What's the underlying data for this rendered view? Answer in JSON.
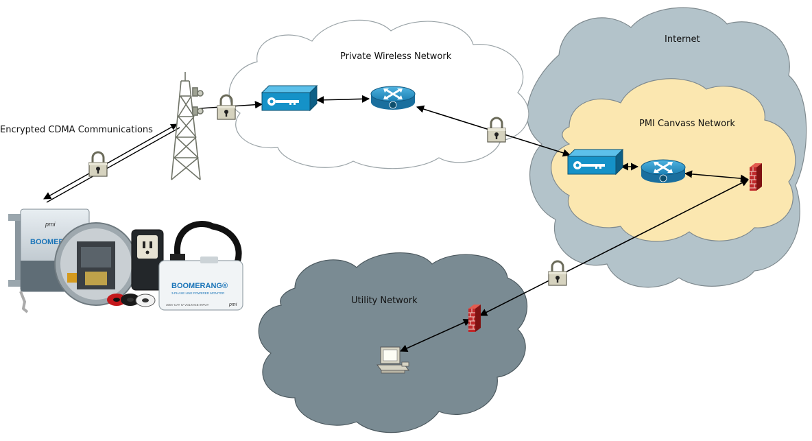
{
  "labels": {
    "internet": "Internet",
    "private_wireless": "Private Wireless Network",
    "pmi_canvass": "PMI Canvass Network",
    "utility": "Utility Network",
    "encrypted_cdma": "Encrypted CDMA Communications"
  },
  "devices": {
    "pmi_logo": "pmi",
    "brand": "BOOMERANG",
    "brand_tm": "BOOMERANG®",
    "subtitle": "3-PHASE LINE POWERED MONITOR",
    "voltage_input": "300V CAT IV VOLTAGE INPUT"
  },
  "colors": {
    "internet_cloud": "#b3c3ca",
    "pmi_cloud": "#fbe7b0",
    "utility_cloud": "#7a8b93",
    "private_cloud": "#ffffff",
    "device_blue": "#1592c8",
    "firewall_red": "#c0292b",
    "lock_body": "#d6d3bf"
  }
}
